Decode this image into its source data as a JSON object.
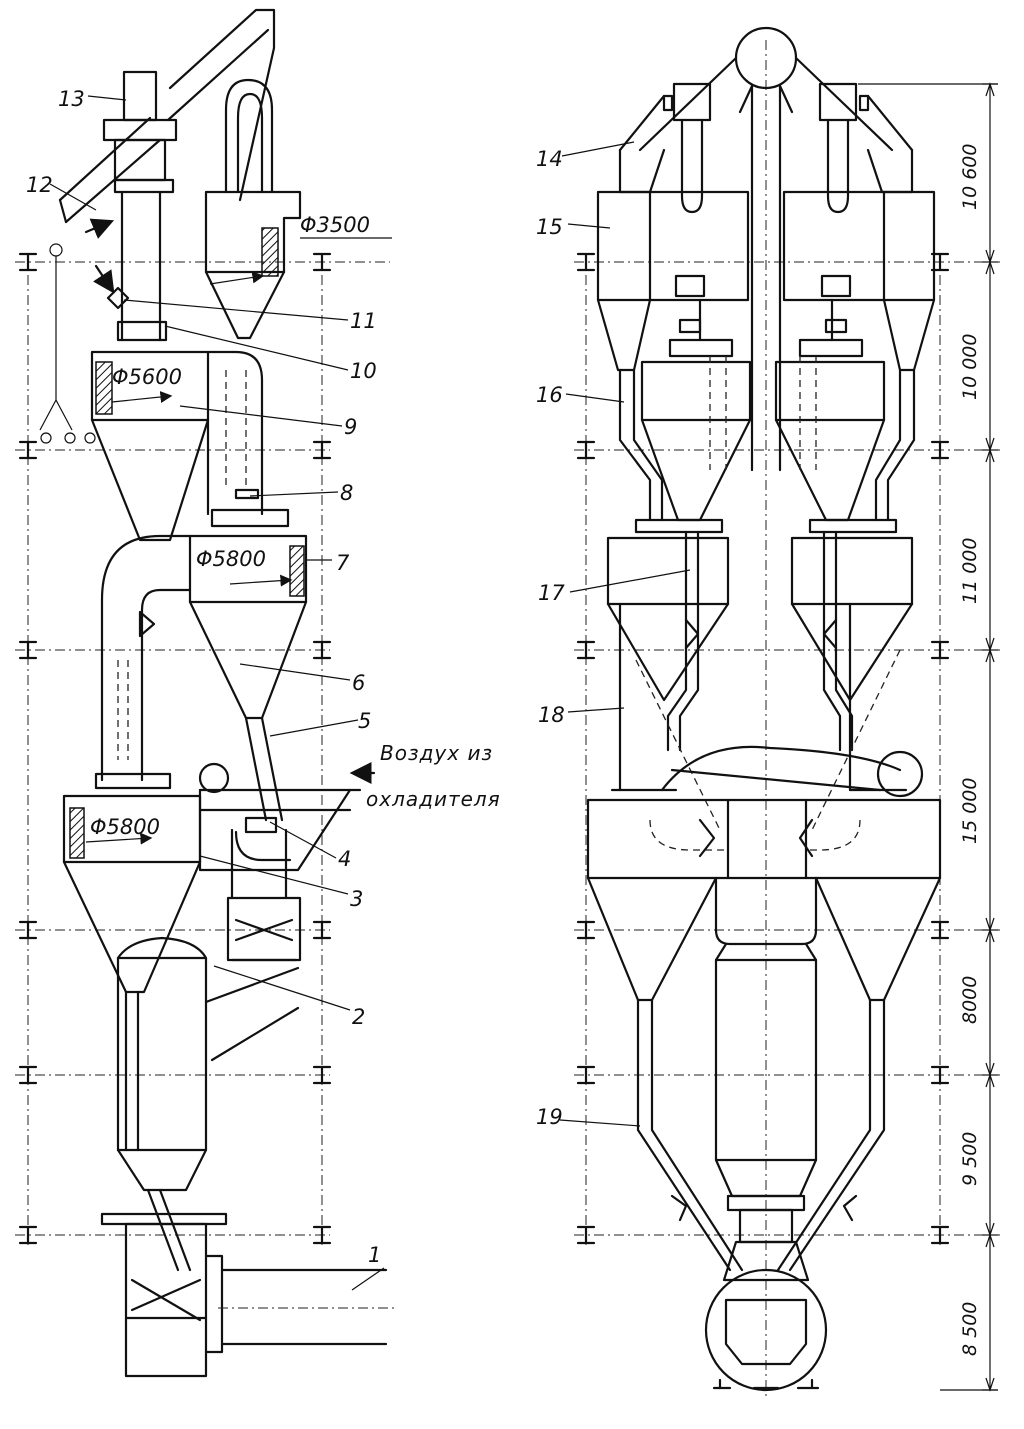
{
  "callouts": [
    "1",
    "2",
    "3",
    "4",
    "5",
    "6",
    "7",
    "8",
    "9",
    "10",
    "11",
    "12",
    "13",
    "14",
    "15",
    "16",
    "17",
    "18",
    "19"
  ],
  "diameters": {
    "d3500": "Φ3500",
    "d5600": "Φ5600",
    "d5800_upper": "Φ5800",
    "d5800_lower": "Φ5800"
  },
  "air_label": {
    "line1": "Воздух из",
    "line2": "охладителя"
  },
  "dimensions": [
    "10 600",
    "10 000",
    "11 000",
    "15 000",
    "8000",
    "9 500",
    "8 500"
  ]
}
